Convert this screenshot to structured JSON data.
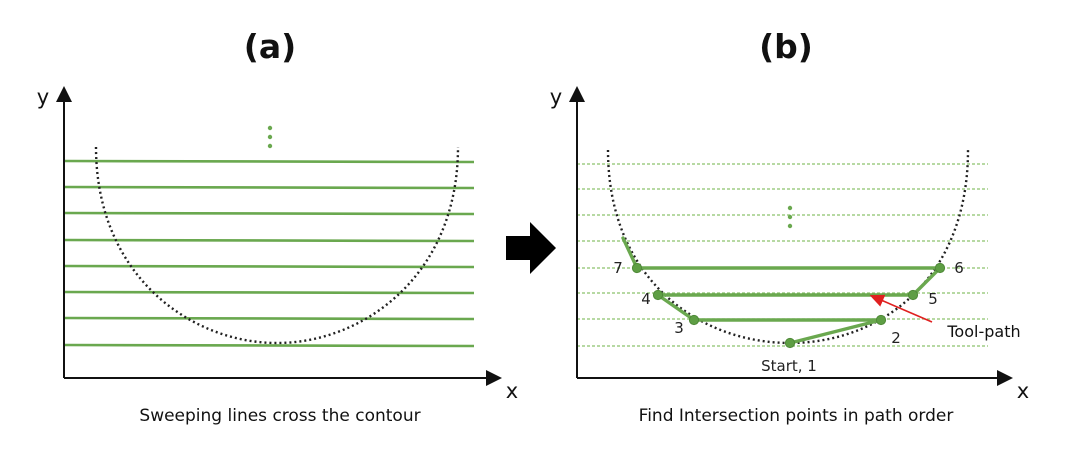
{
  "panels": {
    "a": {
      "title": "(a)",
      "x_label": "x",
      "y_label": "y",
      "caption": "Sweeping lines cross the contour"
    },
    "b": {
      "title": "(b)",
      "x_label": "x",
      "y_label": "y",
      "caption": "Find Intersection points in path order",
      "tool_path_label": "Tool-path",
      "points": [
        {
          "label": "Start, 1"
        },
        {
          "label": "2"
        },
        {
          "label": "3"
        },
        {
          "label": "4"
        },
        {
          "label": "5"
        },
        {
          "label": "6"
        },
        {
          "label": "7"
        }
      ]
    }
  },
  "colors": {
    "sweep_line": "#6aa84f",
    "sweep_line_light": "#8cc26c",
    "contour": "#222222",
    "axis": "#111111",
    "point": "#5e9e44",
    "annotation_arrow": "#e02020",
    "transition_arrow": "#000000"
  },
  "icons": {
    "transition": "right-arrow-icon",
    "continuation": "vertical-ellipsis-icon"
  }
}
